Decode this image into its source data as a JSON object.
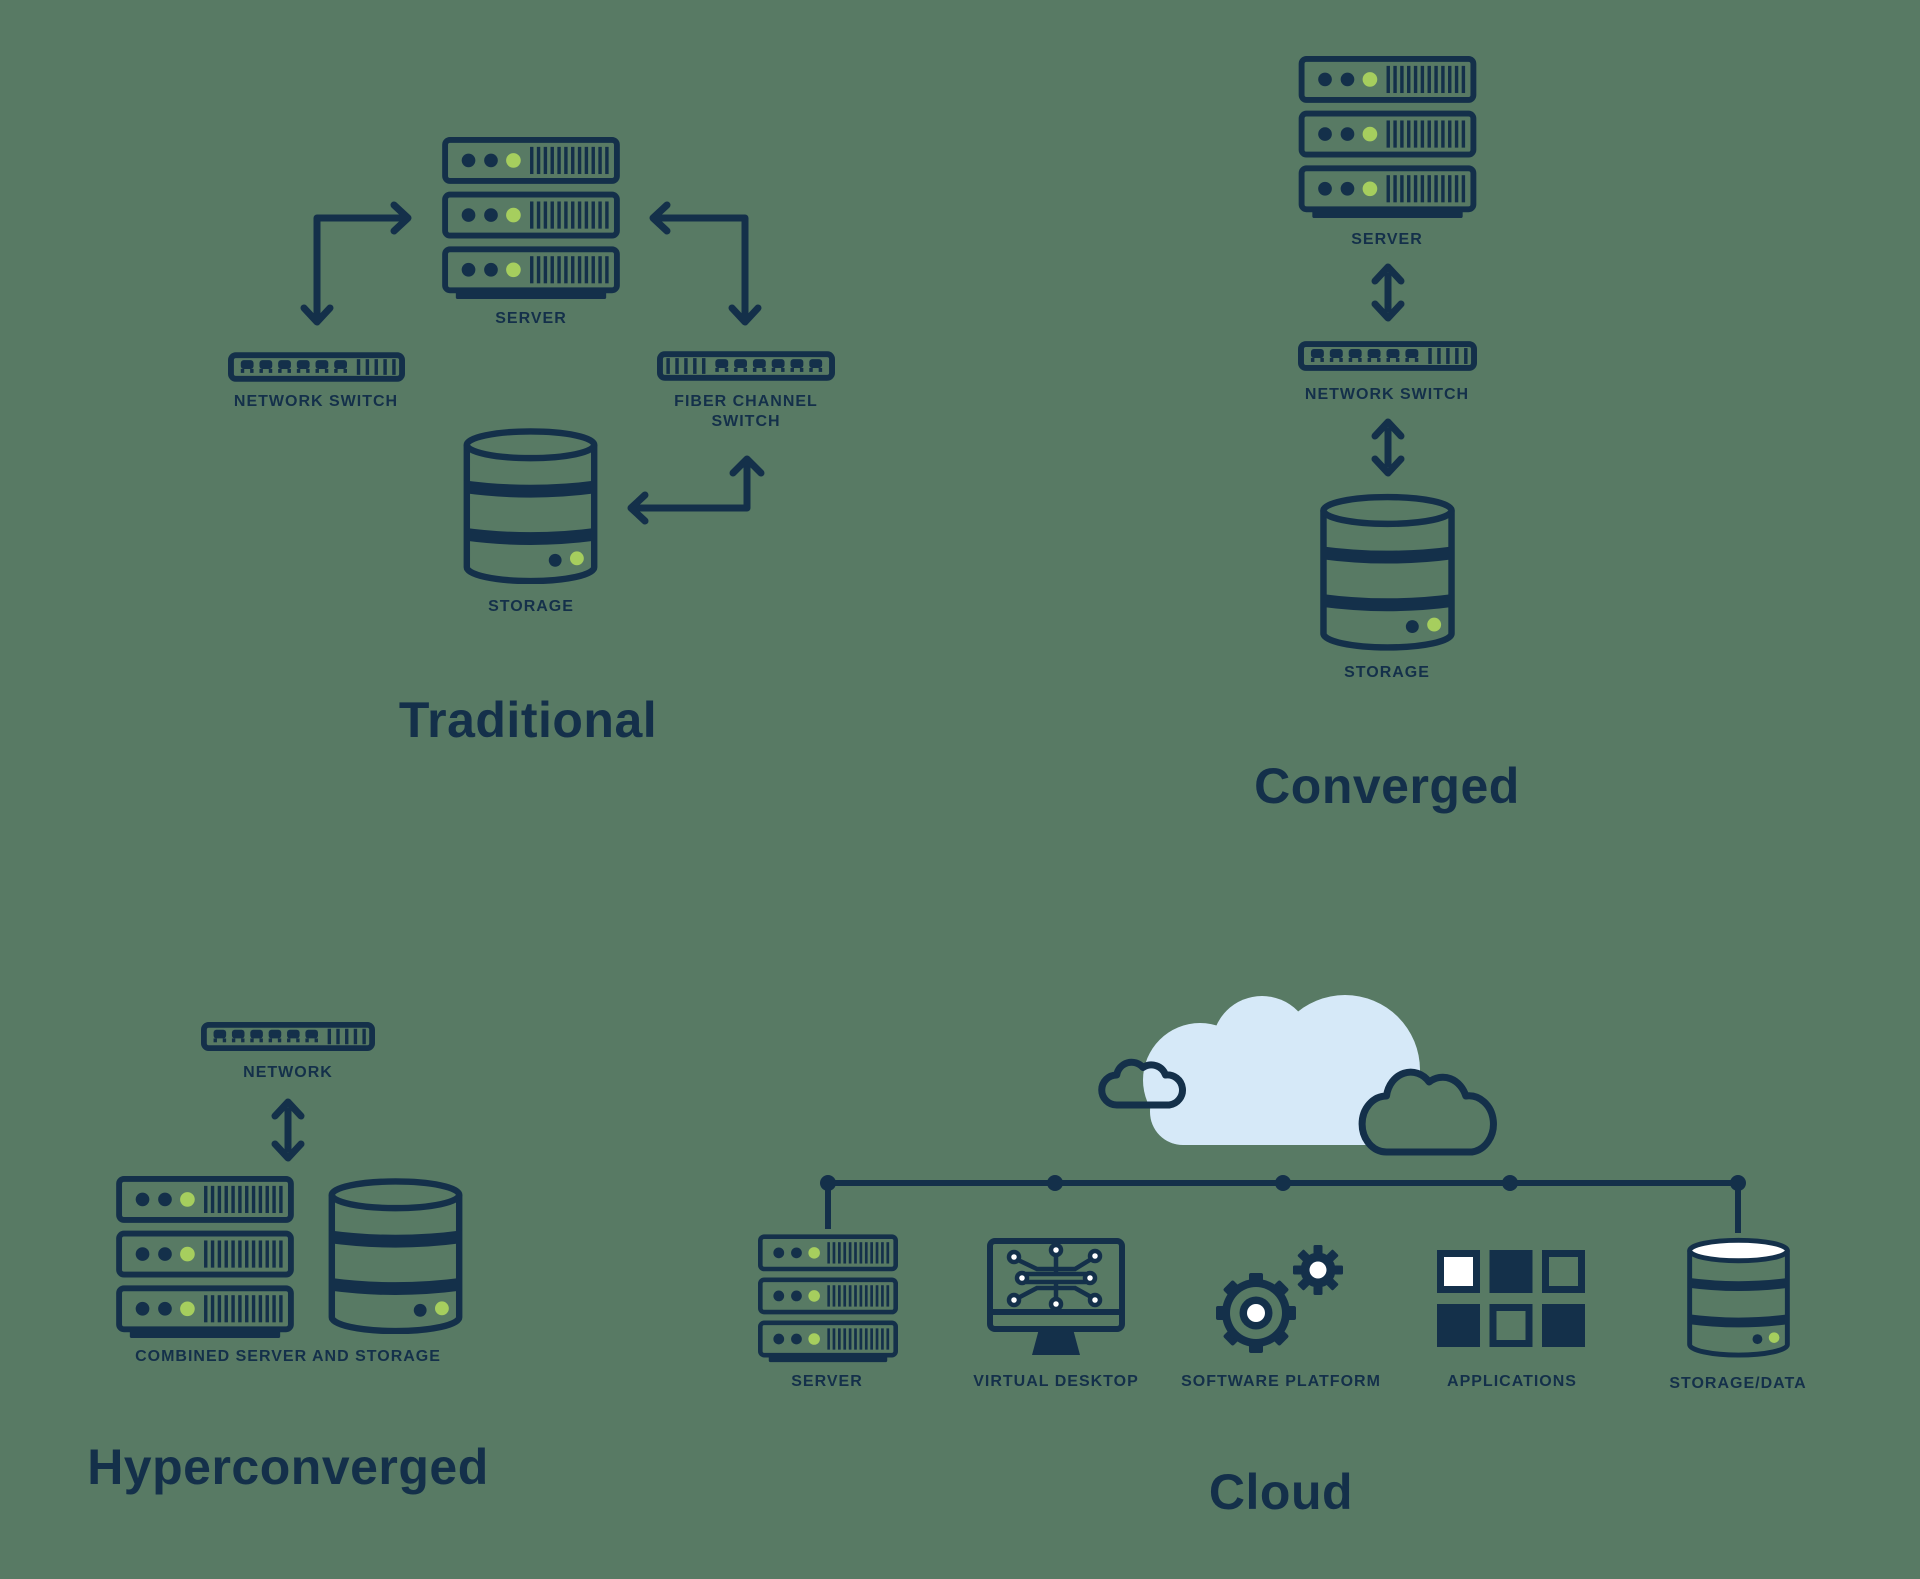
{
  "colors": {
    "background": "#587a64",
    "ink": "#14304a",
    "led_green": "#a6ce5e",
    "cloud_fill": "#d6e9f8",
    "highlight_white": "#ffffff"
  },
  "sections": {
    "traditional": {
      "title": "Traditional",
      "labels": {
        "server": "SERVER",
        "network_switch": "NETWORK SWITCH",
        "fiber_channel_line1": "FIBER CHANNEL",
        "fiber_channel_line2": "SWITCH",
        "storage": "STORAGE"
      },
      "icons": [
        "server-rack-icon",
        "network-switch-icon",
        "fiber-channel-switch-icon",
        "storage-cylinder-icon",
        "elbow-arrow-icon"
      ]
    },
    "converged": {
      "title": "Converged",
      "labels": {
        "server": "SERVER",
        "network_switch": "NETWORK SWITCH",
        "storage": "STORAGE"
      },
      "icons": [
        "server-rack-icon",
        "double-arrow-icon",
        "network-switch-icon",
        "storage-cylinder-icon"
      ]
    },
    "hyperconverged": {
      "title": "Hyperconverged",
      "labels": {
        "network": "NETWORK",
        "combined": "COMBINED SERVER AND STORAGE"
      },
      "icons": [
        "network-switch-icon",
        "double-arrow-icon",
        "server-rack-icon",
        "storage-cylinder-icon"
      ]
    },
    "cloud": {
      "title": "Cloud",
      "labels": {
        "server": "SERVER",
        "virtual_desktop": "VIRTUAL DESKTOP",
        "software_platform": "SOFTWARE PLATFORM",
        "applications": "APPLICATIONS",
        "storage_data": "STORAGE/DATA"
      },
      "icons": [
        "cloud-icon",
        "bus-line-icon",
        "server-rack-icon",
        "virtual-desktop-icon",
        "gears-icon",
        "app-grid-icon",
        "storage-data-icon"
      ]
    }
  }
}
